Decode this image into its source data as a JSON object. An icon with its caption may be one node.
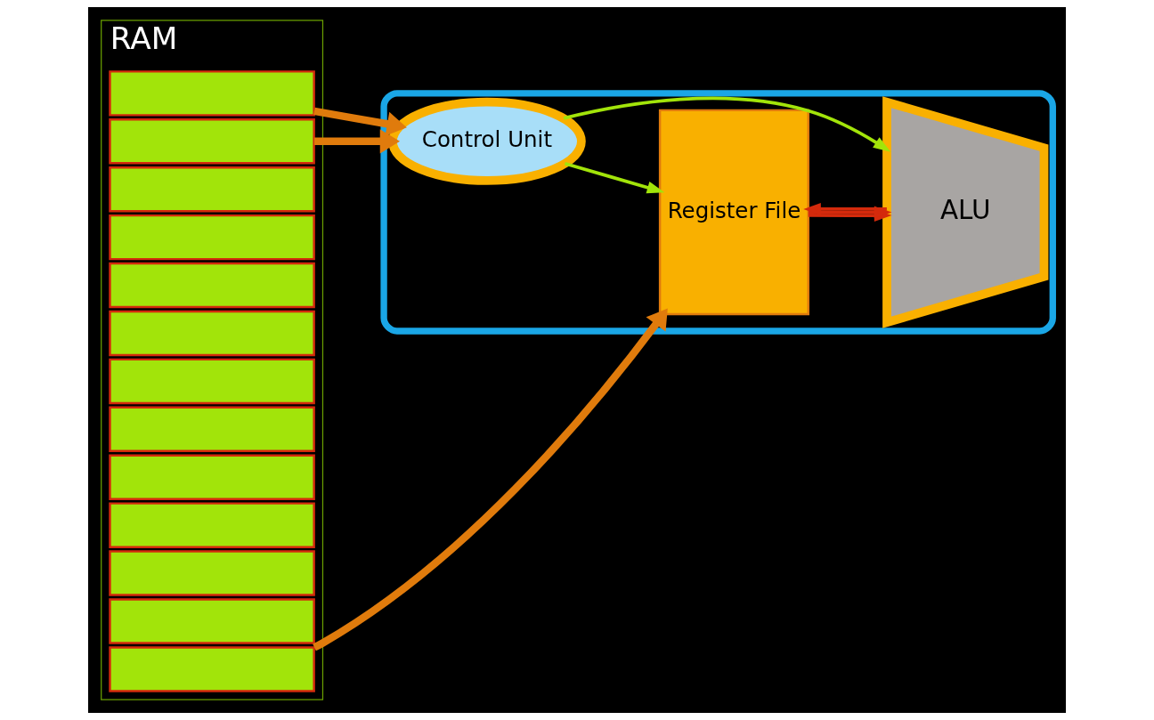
{
  "diagram": {
    "nodes": [
      {
        "text": [
          "RAM"
        ]
      },
      {
        "text": [],
        "shape": "box",
        "in": 0
      },
      {
        "text": [],
        "shape": "box",
        "in": 0
      },
      {
        "text": [],
        "shape": "box",
        "in": 0
      },
      {
        "text": [],
        "shape": "box",
        "in": 0
      },
      {
        "text": [],
        "shape": "box",
        "in": 0
      },
      {
        "text": [],
        "shape": "box",
        "in": 0
      },
      {
        "text": [],
        "shape": "box",
        "in": 0
      },
      {
        "text": [],
        "shape": "box",
        "in": 0
      },
      {
        "text": [],
        "shape": "box",
        "in": 0
      },
      {
        "text": [],
        "shape": "box",
        "in": 0
      },
      {
        "text": [],
        "shape": "box",
        "in": 0
      },
      {
        "text": [],
        "shape": "box",
        "in": 0
      },
      {
        "text": [],
        "shape": "box",
        "in": 0
      },
      {
        "text": [],
        "shape": "box"
      },
      {
        "text": [
          "Control Unit"
        ],
        "in": 14
      },
      {
        "text": [
          "Register File"
        ],
        "in": 14
      },
      {
        "text": [
          "ALU"
        ],
        "in": 14
      }
    ],
    "edges": [
      {
        "from": 1,
        "to": 15,
        "arrow": "to",
        "style": "thick",
        "color": "#e07b0c"
      },
      {
        "from": 2,
        "to": 15,
        "arrow": "to",
        "style": "thick",
        "color": "#e07b0c"
      },
      {
        "from": 13,
        "to": 16,
        "arrow": "to",
        "style": "thick",
        "color": "#e07b0c"
      },
      {
        "from": 15,
        "to": 16,
        "arrow": "to",
        "color": "#a2e40a"
      },
      {
        "from": 15,
        "to": 17,
        "arrow": "to",
        "color": "#a2e40a"
      },
      {
        "from": 16,
        "to": 17,
        "arrow": "to",
        "color": "#d42a0c"
      },
      {
        "from": 16,
        "to": 17,
        "arrow": "to",
        "color": "#d42a0c"
      },
      {
        "from": 17,
        "to": 16,
        "arrow": "to",
        "color": "#d42a0c"
      }
    ]
  }
}
